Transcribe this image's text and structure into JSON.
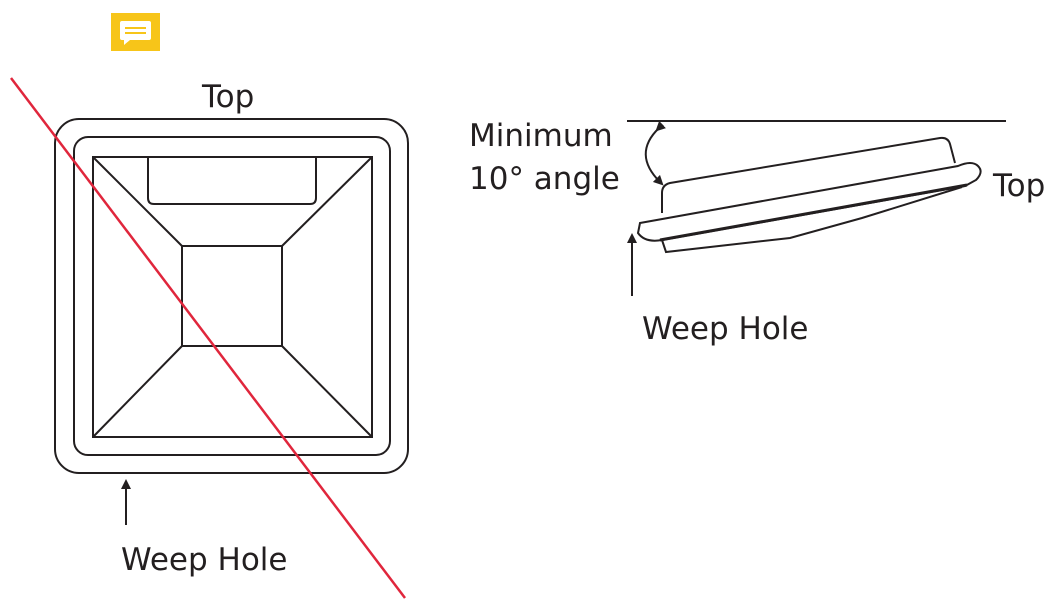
{
  "left_view": {
    "top_label": "Top",
    "weep_hole_label": "Weep Hole"
  },
  "right_view": {
    "angle_label_line1": "Minimum",
    "angle_label_line2": "10° angle",
    "top_label": "Top",
    "weep_hole_label": "Weep Hole"
  },
  "comment_icon": "sticky-note-comment-icon",
  "colors": {
    "line": "#231f20",
    "strike": "#e0263c",
    "note": "#f7c519"
  }
}
